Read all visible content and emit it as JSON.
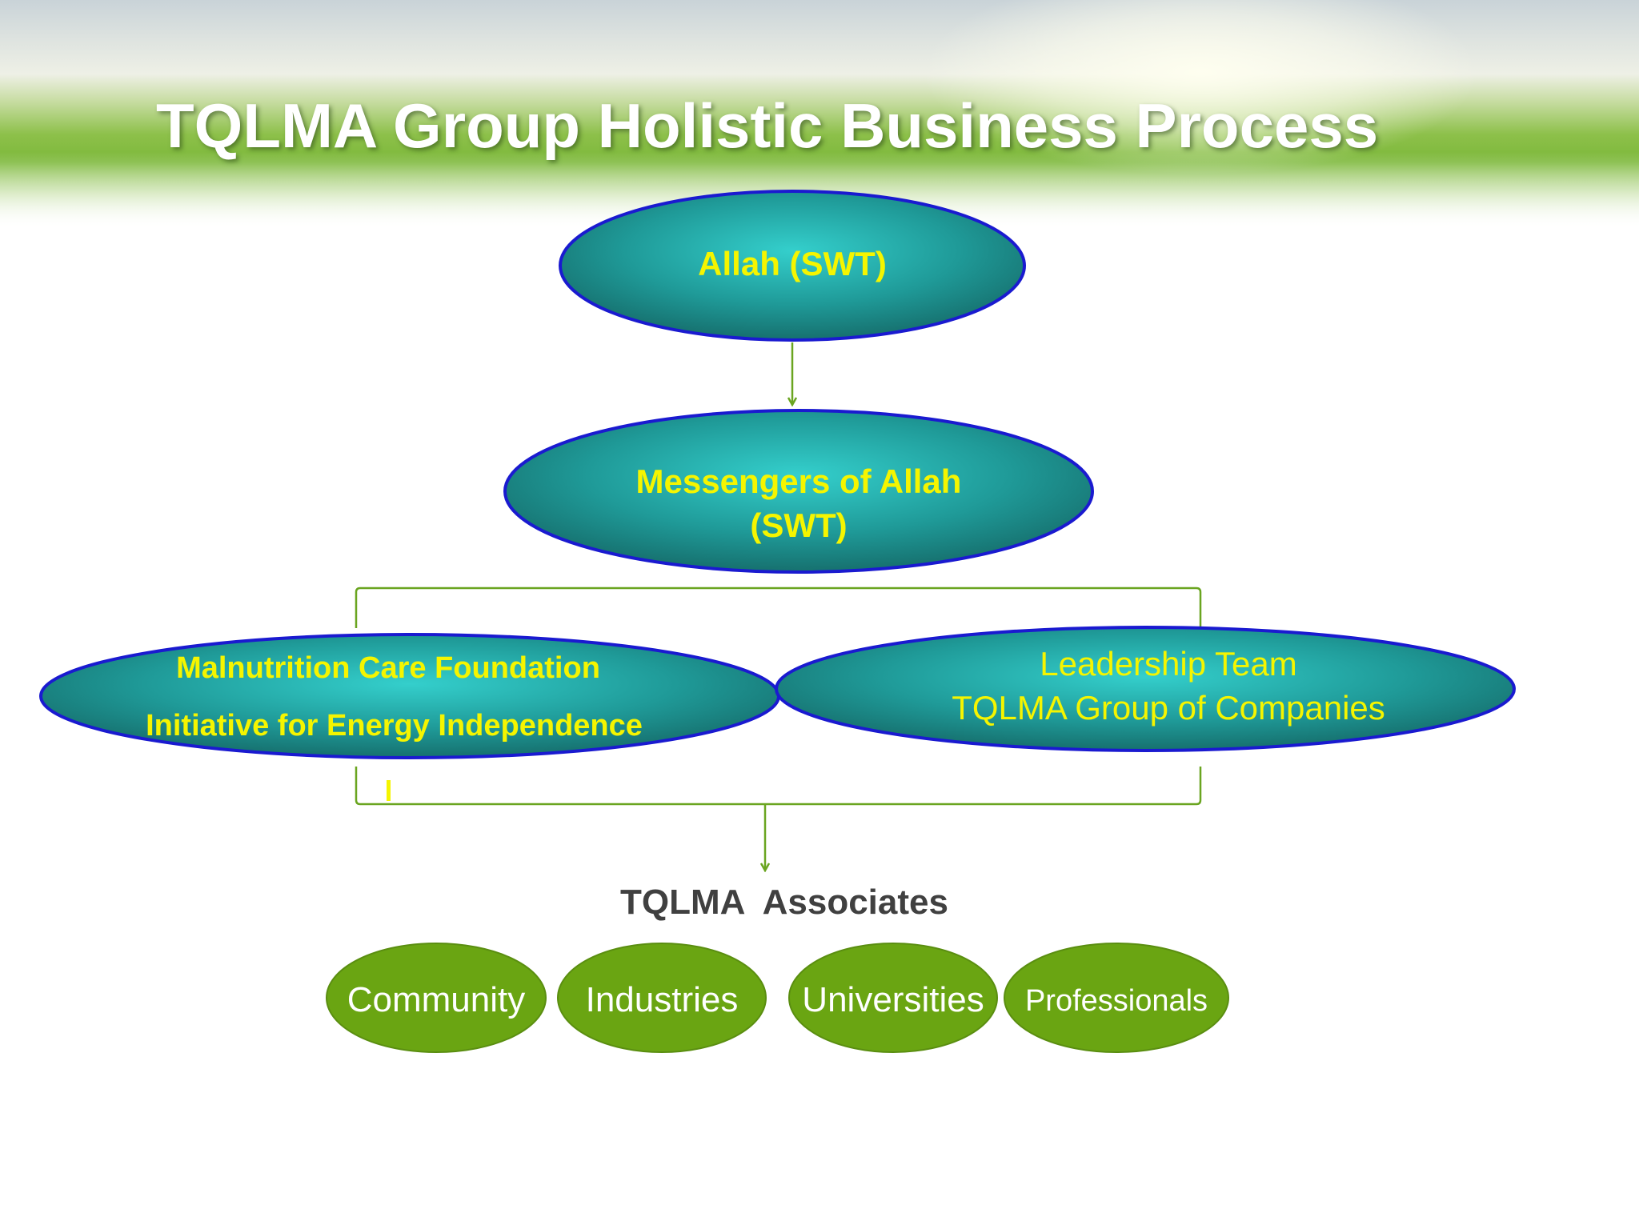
{
  "title": "TQLMA Group Holistic Business Process",
  "nodes": {
    "allah": "Allah (SWT)",
    "messengers_line1": "Messengers of Allah",
    "messengers_line2": "(SWT)",
    "foundation_line1": "Malnutrition Care Foundation",
    "foundation_line2": "Initiative for Energy Independence",
    "leadership_line1": "Leadership Team",
    "leadership_line2": "TQLMA Group of Companies",
    "associates_heading": "TQLMA  Associates",
    "associates": [
      "Community",
      "Industries",
      "Universities",
      "Professionals"
    ]
  },
  "colors": {
    "teal_fill": "#1f9a98",
    "teal_border": "#1a1ad0",
    "green_fill": "#6aa512",
    "connector": "#6aa520",
    "yellow_text": "#f5f500"
  }
}
